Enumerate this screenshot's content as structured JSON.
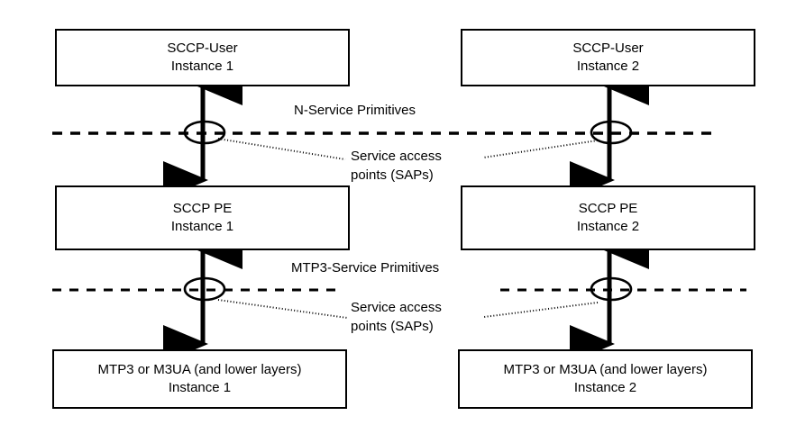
{
  "diagram": {
    "title": "SCCP protocol layering with service access points",
    "colors": {
      "stroke": "#000000",
      "background": "#ffffff",
      "text": "#000000"
    },
    "boxes": [
      {
        "id": "sccp-user-1",
        "line1": "SCCP-User",
        "line2": "Instance 1"
      },
      {
        "id": "sccp-user-2",
        "line1": "SCCP-User",
        "line2": "Instance 2"
      },
      {
        "id": "sccp-pe-1",
        "line1": "SCCP PE",
        "line2": "Instance 1"
      },
      {
        "id": "sccp-pe-2",
        "line1": "SCCP PE",
        "line2": "Instance 2"
      },
      {
        "id": "mtp3-1",
        "line1": "MTP3 or M3UA (and lower layers)",
        "line2": "Instance 1"
      },
      {
        "id": "mtp3-2",
        "line1": "MTP3 or M3UA (and lower layers)",
        "line2": "Instance 2"
      }
    ],
    "labels": {
      "n_service_primitives": "N-Service Primitives",
      "mtp3_service_primitives": "MTP3-Service Primitives",
      "sap_top_left_line1": "Service access",
      "sap_top_left_line2": "points (SAPs)",
      "sap_bottom_left_line1": "Service access",
      "sap_bottom_left_line2": "points (SAPs)"
    }
  }
}
